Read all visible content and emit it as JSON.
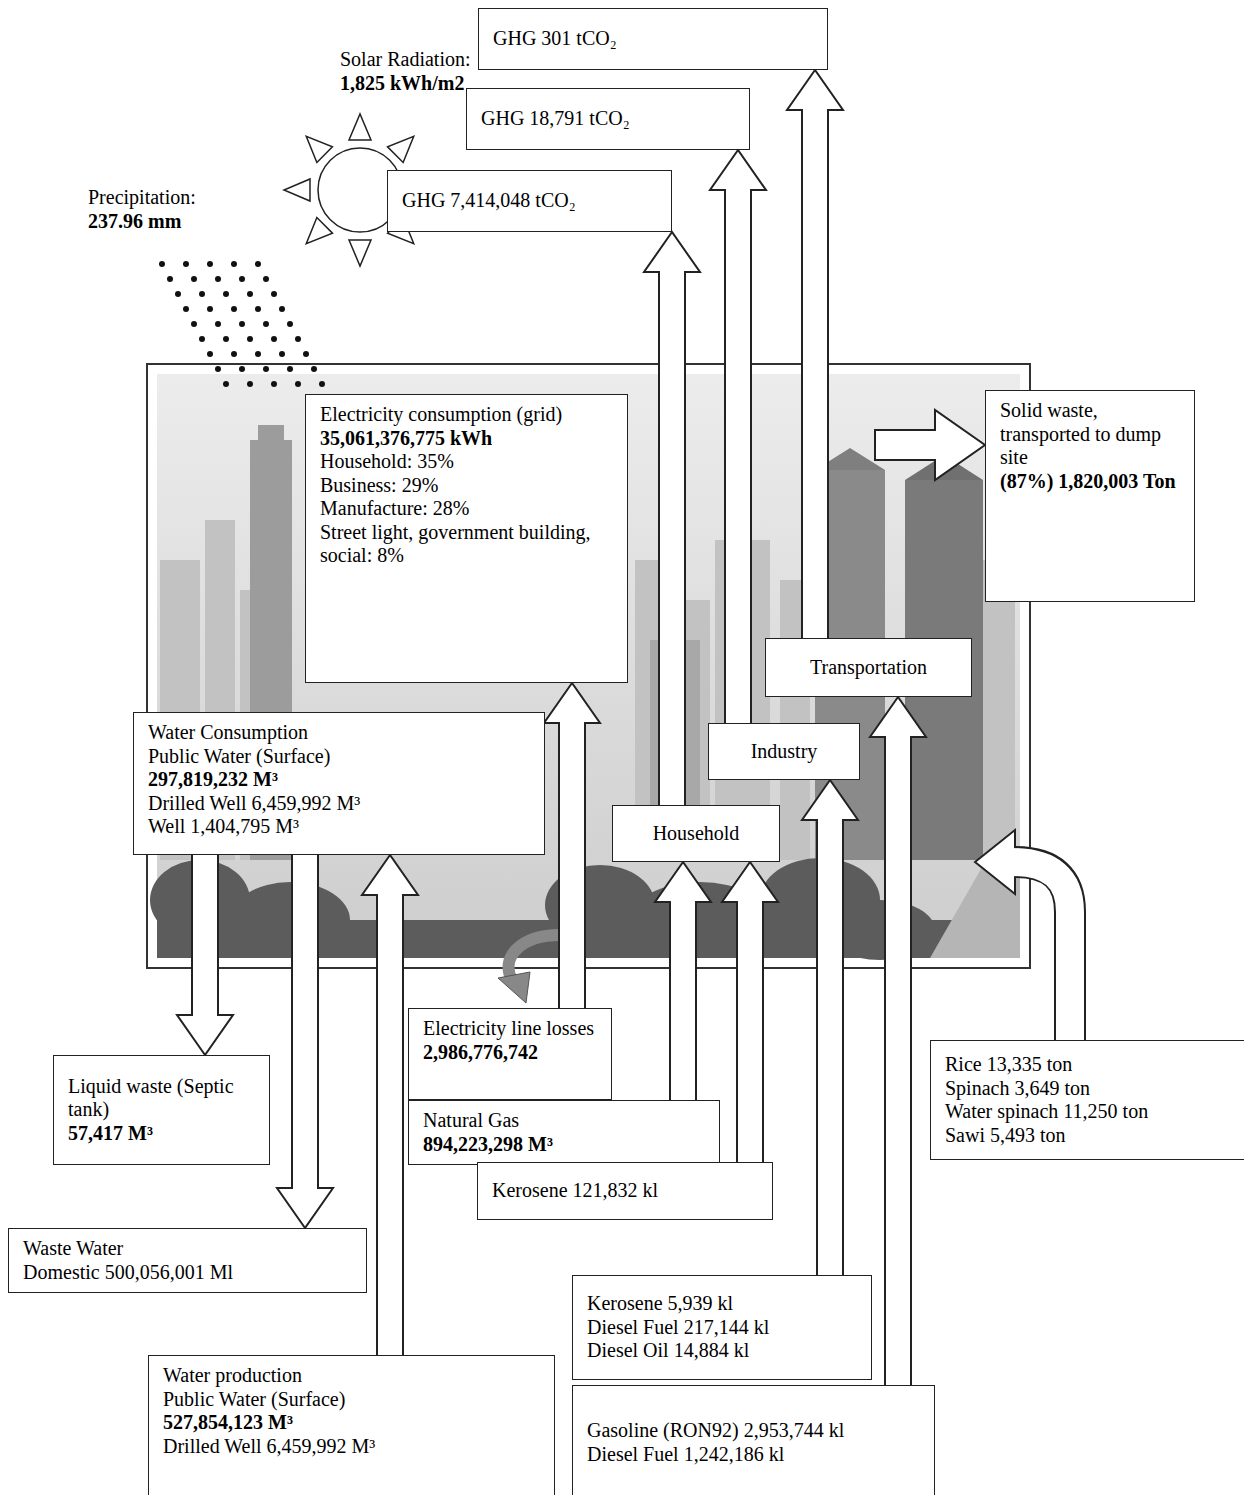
{
  "diagram": {
    "nodes": [
      {
        "text": [
          "GHG 301 tCO₂"
        ]
      },
      {
        "text": [
          "GHG 18,791 tCO₂"
        ]
      },
      {
        "text": [
          "GHG 7,414,048 tCO₂"
        ]
      },
      {
        "text": [
          "Electricity consumption (grid)",
          "35,061,376,775 kWh",
          "Household: 35%",
          "Business: 29%",
          "Manufacture: 28%",
          "Street light, government building, social: 8%"
        ]
      },
      {
        "text": [
          "Solid waste, transported to dump site",
          "(87%) 1,820,003 Ton"
        ]
      },
      {
        "text": [
          "Transportation"
        ]
      },
      {
        "text": [
          "Water Consumption",
          "Public Water (Surface)",
          "297,819,232 M³",
          "Drilled Well 6,459,992 M³",
          "Well 1,404,795 M³"
        ]
      },
      {
        "text": [
          "Industry"
        ]
      },
      {
        "text": [
          "Household"
        ]
      },
      {
        "text": [
          "Electricity line losses",
          "2,986,776,742"
        ]
      },
      {
        "text": [
          "Liquid waste (Septic tank)",
          "57,417 M³"
        ]
      },
      {
        "text": [
          "Natural Gas",
          "894,223,298 M³"
        ]
      },
      {
        "text": [
          "Rice 13,335 ton",
          "Spinach 3,649 ton",
          "Water spinach 11,250 ton",
          "Sawi 5,493 ton"
        ]
      },
      {
        "text": [
          "Kerosene 121,832 kl"
        ]
      },
      {
        "text": [
          "Waste Water",
          "Domestic 500,056,001 Ml"
        ]
      },
      {
        "text": [
          "Kerosene 5,939 kl",
          "Diesel Fuel 217,144 kl",
          "Diesel Oil 14,884 kl"
        ]
      },
      {
        "text": [
          "Water production",
          "Public Water (Surface)",
          "527,854,123 M³",
          "Drilled Well 6,459,992 M³"
        ]
      },
      {
        "text": [
          "Gasoline (RON92) 2,953,744 kl",
          "Diesel Fuel 1,242,186 kl"
        ]
      }
    ],
    "edges": [
      {
        "from": 8,
        "to": 2,
        "arrow": "to"
      },
      {
        "from": 7,
        "to": 1,
        "arrow": "to"
      },
      {
        "from": 5,
        "to": 0,
        "arrow": "to"
      },
      {
        "from": 16,
        "to": 6,
        "arrow": "to"
      },
      {
        "from": 6,
        "to": 10,
        "arrow": "to"
      },
      {
        "from": 6,
        "to": 14,
        "arrow": "to"
      },
      {
        "from": 9,
        "to": 3,
        "arrow": "to"
      },
      {
        "from": 11,
        "to": 8,
        "arrow": "to"
      },
      {
        "from": 13,
        "to": 8,
        "arrow": "to"
      },
      {
        "from": 15,
        "to": 7,
        "arrow": "to"
      },
      {
        "from": 17,
        "to": 5,
        "arrow": "to"
      }
    ],
    "labels": [
      "Solar Radiation:",
      "1,825 kWh/m2",
      "Precipitation:",
      "237.96 mm"
    ]
  }
}
